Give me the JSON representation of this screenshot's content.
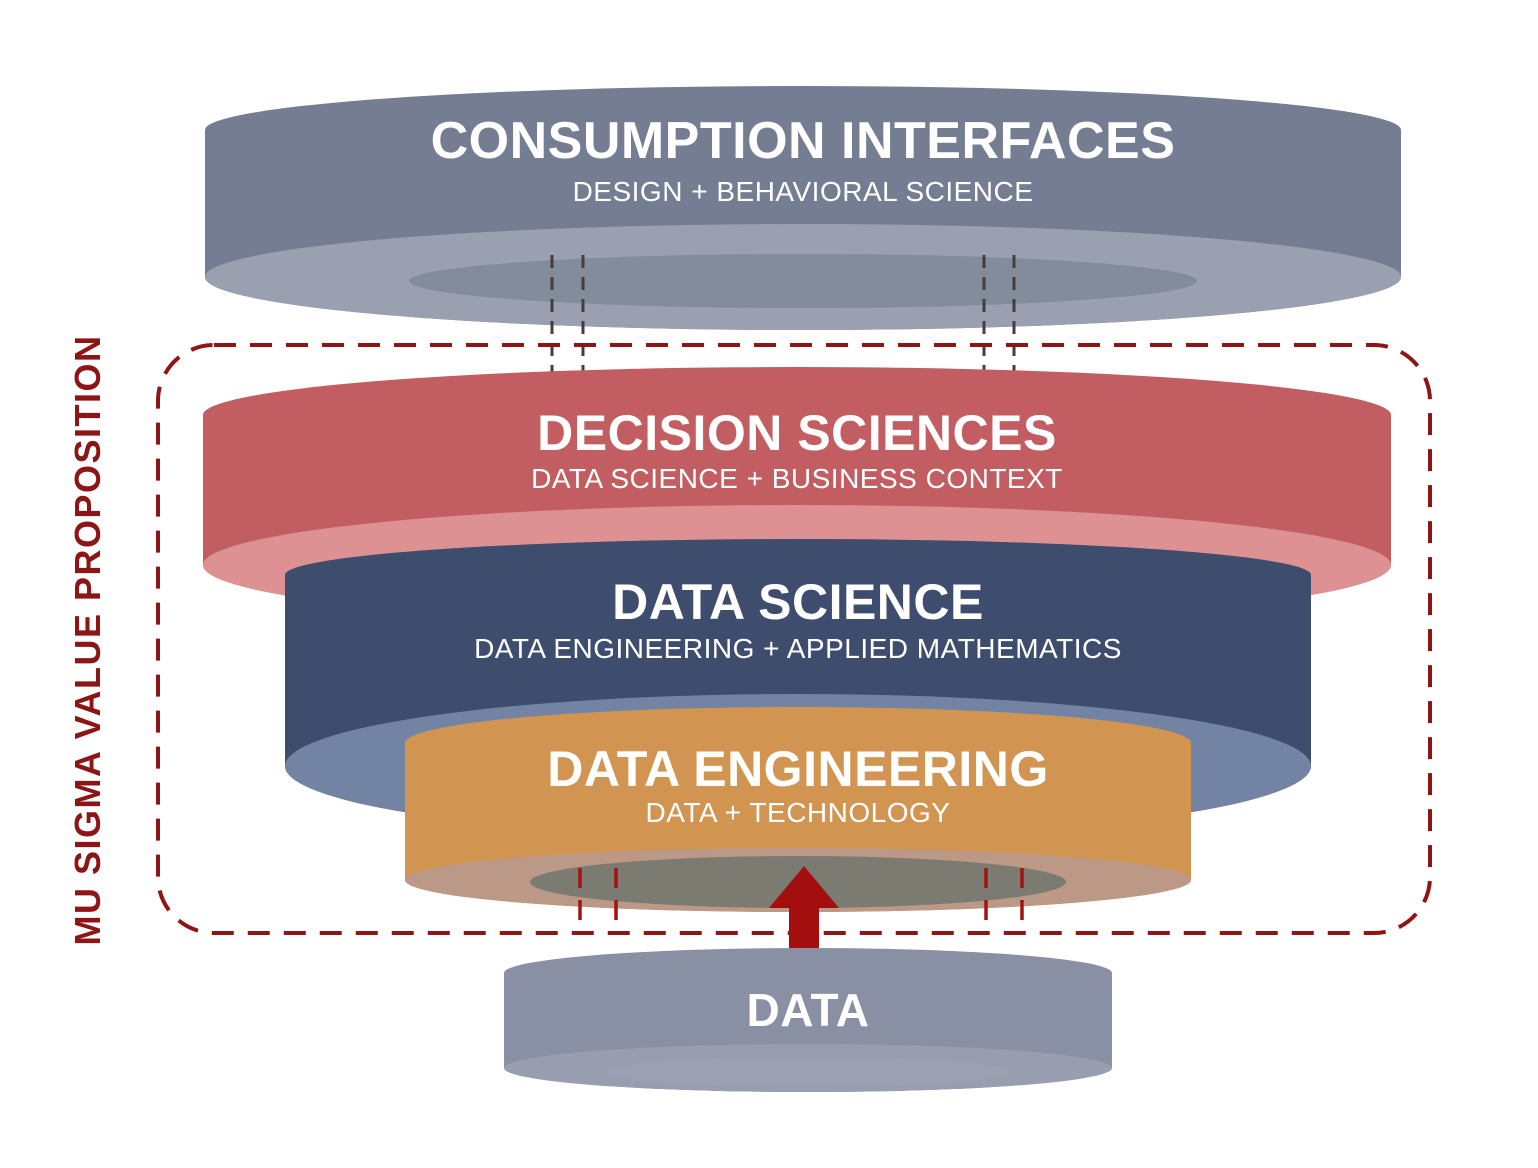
{
  "diagram": {
    "side_label": "MU SIGMA VALUE PROPOSITION",
    "accent_color": "#8d1515",
    "arrow_color": "#a30f0f",
    "connector_top_color": "#473c3c",
    "connector_bottom_color": "#a31212",
    "layers": [
      {
        "id": "consumption-interfaces",
        "title": "CONSUMPTION INTERFACES",
        "subtitle": "DESIGN + BEHAVIORAL SCIENCE",
        "colors": {
          "body": "#757d92",
          "rim": "#9aa0af",
          "inner": "#828c9a"
        }
      },
      {
        "id": "decision-sciences",
        "title": "DECISION SCIENCES",
        "subtitle": "DATA SCIENCE + BUSINESS CONTEXT",
        "colors": {
          "body": "#c25e62",
          "rim": "#dd9193"
        }
      },
      {
        "id": "data-science",
        "title": "DATA SCIENCE",
        "subtitle": "DATA ENGINEERING + APPLIED MATHEMATICS",
        "colors": {
          "body": "#3e4d6d",
          "rim": "#7383a4"
        }
      },
      {
        "id": "data-engineering",
        "title": "DATA ENGINEERING",
        "subtitle": "DATA + TECHNOLOGY",
        "colors": {
          "body": "#d19551",
          "rim": "#bc9886",
          "inner": "#7c7b72"
        }
      },
      {
        "id": "data",
        "title": "DATA",
        "subtitle": "",
        "colors": {
          "body": "#8a90a3",
          "rim": "#989db0",
          "inner": "#9ca1b2"
        }
      }
    ]
  }
}
